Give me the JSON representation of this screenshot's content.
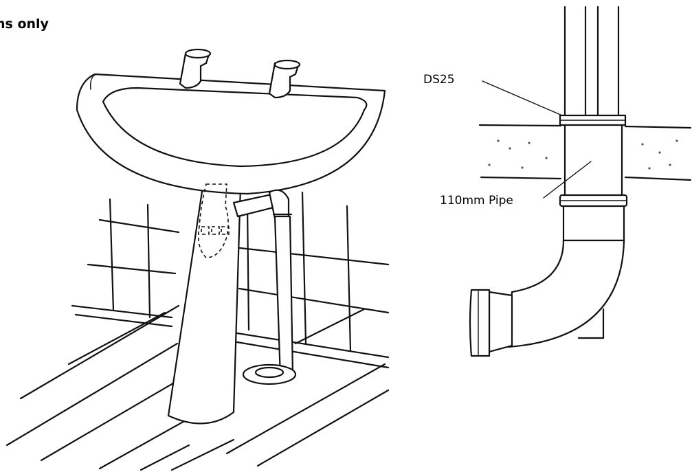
{
  "heading": "ns only",
  "callouts": {
    "collar": "DS25",
    "pipe": "110mm Pipe"
  },
  "figures": {
    "left": "pedestal-basin-illustration",
    "right": "soil-pipe-bend-illustration"
  }
}
